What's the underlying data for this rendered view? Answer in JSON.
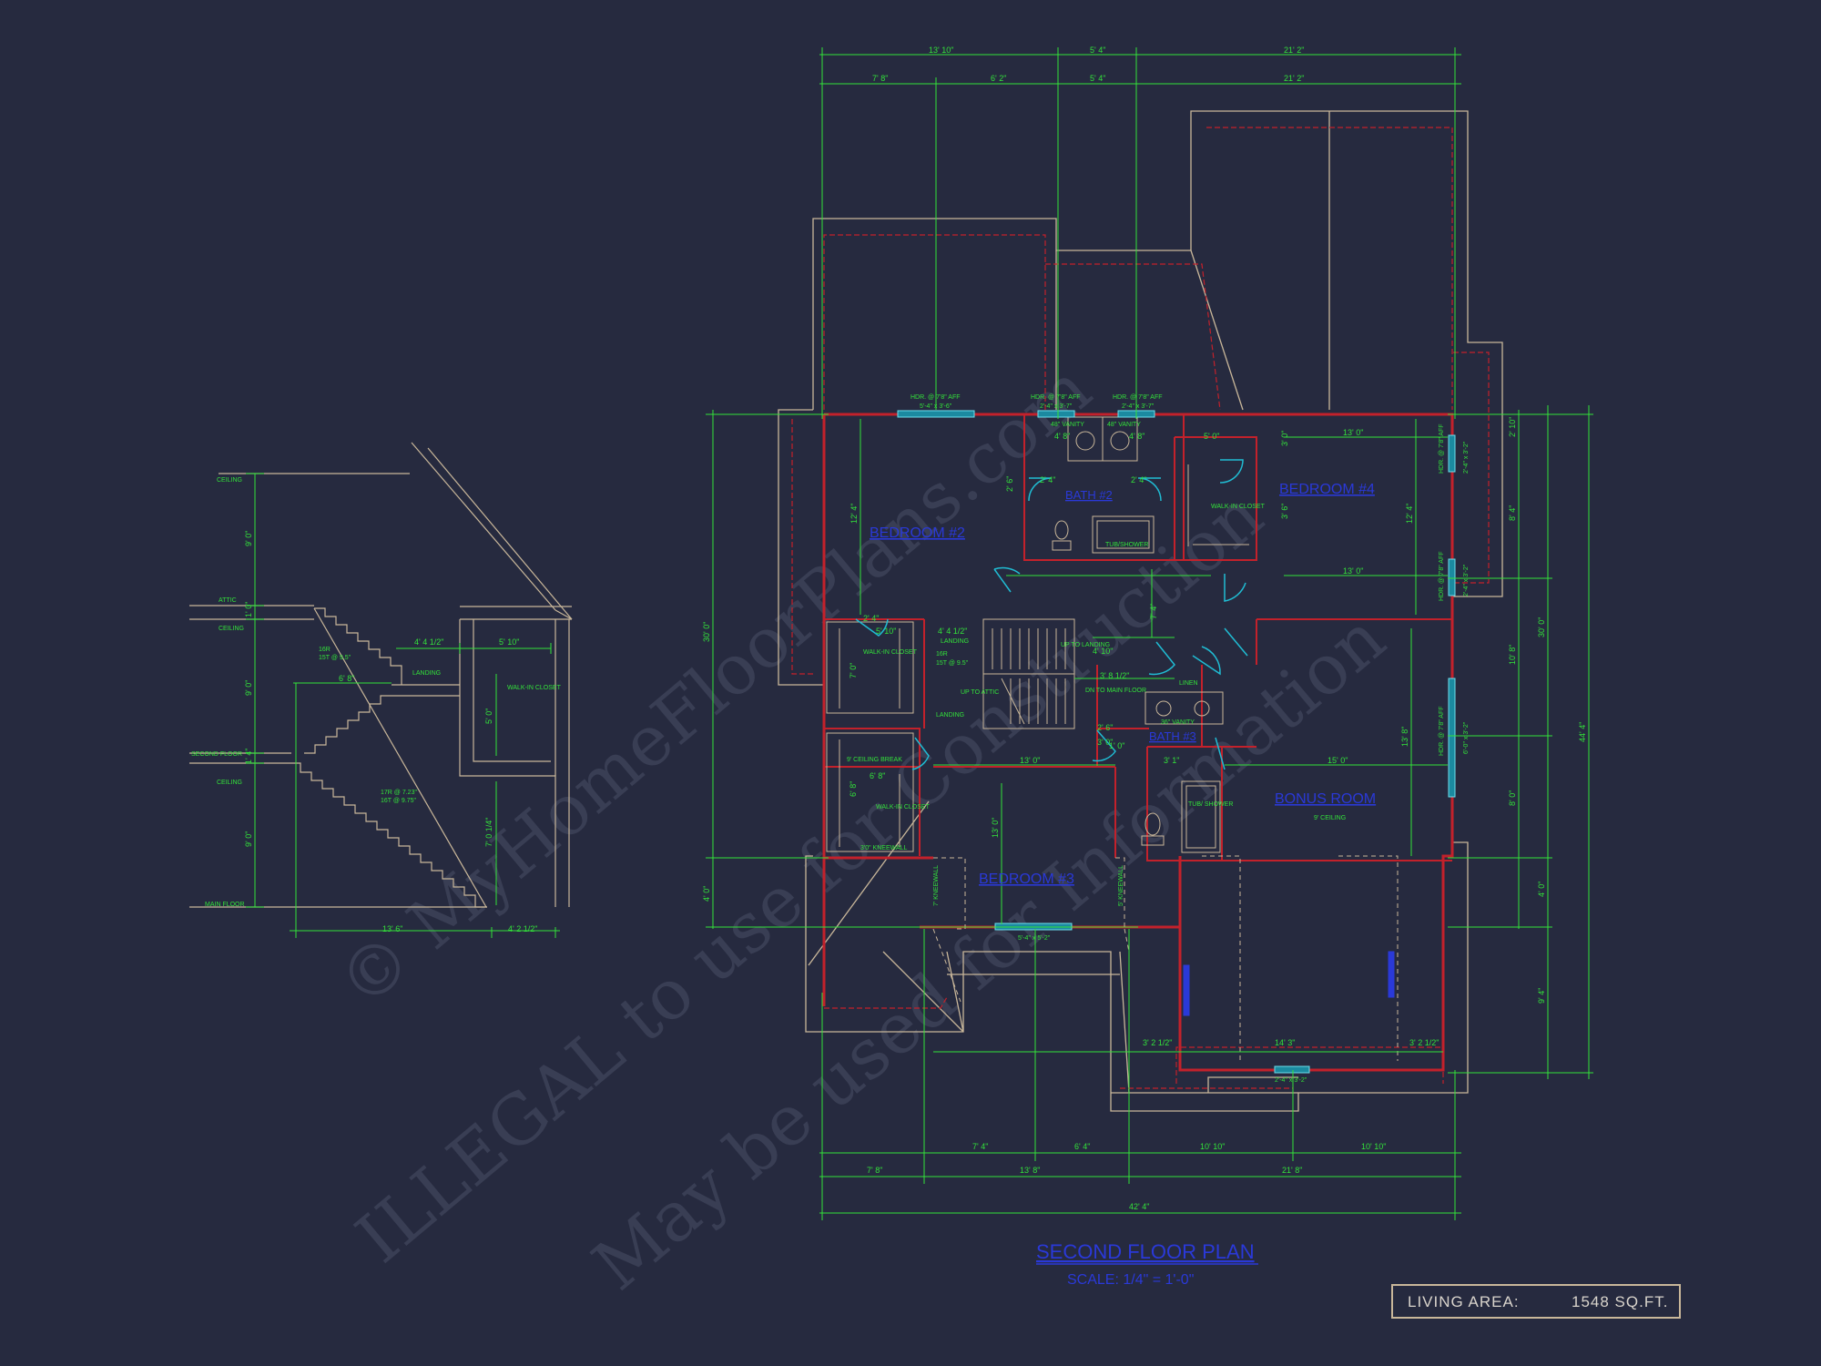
{
  "drawing": {
    "title": "SECOND FLOOR PLAN",
    "scale": "SCALE: 1/4\" = 1'-0\"",
    "living_area_label": "LIVING AREA:",
    "living_area_value": "1548 SQ.FT."
  },
  "watermark": {
    "line1": "© MyHomeFloorPlans.com",
    "line2": "ILLEGAL to use for Construction",
    "line3": "May be used for Information"
  },
  "rooms": {
    "bedroom_left": "BEDROOM #2",
    "bedroom_right": "BEDROOM #4",
    "bonus_room": "BONUS ROOM",
    "bedroom_bottom": "BEDROOM #3",
    "bath_top": "BATH #2",
    "bath_bottom": "BATH #3",
    "bonus_ceiling": "9' CEILING"
  },
  "dims": {
    "top1_a": "13' 10\"",
    "top1_b": "5' 4\"",
    "top1_c": "21' 2\"",
    "top2_a": "7' 8\"",
    "top2_b": "6' 2\"",
    "top2_c": "5' 4\"",
    "top2_d": "21' 2\"",
    "bot1_a": "7' 4\"",
    "bot1_b": "6' 4\"",
    "bot1_c": "10' 10\"",
    "bot1_d": "10' 10\"",
    "bot2_a": "7' 8\"",
    "bot2_b": "13' 8\"",
    "bot2_c": "21' 8\"",
    "bot3": "42' 4\"",
    "left_a": "30' 0\"",
    "left_b": "4' 0\"",
    "right_a": "44' 4\"",
    "right_b": "30' 0\"",
    "right_c": "9' 4\"",
    "right_d": "4' 0\"",
    "right2_a": "2' 10\"",
    "right2_b": "8' 4\"",
    "right2_c": "10' 8\"",
    "right2_d": "8' 0\"",
    "bed2_h": "12' 4\"",
    "bed4_w": "13' 0\"",
    "bed4_h": "12' 4\"",
    "bed4_w2": "13' 0\"",
    "bed4_v": "3' 0\"",
    "bonus_w": "15' 0\"",
    "bonus_h": "13' 8\"",
    "bed3_w": "13' 0\"",
    "bed3_h": "13' 0\"",
    "bath_a": "4' 8\"",
    "bath_b": "4' 8\"",
    "bath_c": "5' 0\"",
    "bath_d": "2' 4\"",
    "bath_e": "2' 4\"",
    "hall_a": "4' 4 1/2\"",
    "hall_b": "4' 10\"",
    "hall_c": "3' 8 1/2\"",
    "hall_d": "7' 4\"",
    "gar_a": "3' 2 1/2\"",
    "gar_b": "14' 3\"",
    "gar_c": "3' 2 1/2\"",
    "misc_a": "2' 4\"",
    "misc_b": "6' 8\"",
    "misc_c": "3' 1\"",
    "misc_d": "3' 0\"",
    "misc_e": "1' 0\"",
    "misc_f": "2' 6\"",
    "misc_g": "5' 10\"",
    "misc_h": "7' 0\"",
    "misc_i": "2' 6\"",
    "misc_j": "3' 6\"",
    "misc_k": "6' 8\""
  },
  "notes": {
    "win1": "HDR. @ 7'8\" AFF",
    "win1b": "5'-4\" x 3'-6\"",
    "win2": "HDR. @ 7'8\" AFF",
    "win2b": "2'-4\" x 3'-7\"",
    "win3": "HDR. @ 7'8\" AFF",
    "win3b": "2'-4\" x 3'-7\"",
    "vanity1": "48\" VANITY",
    "vanity2": "48\" VANITY",
    "wic_right": "WALK-IN CLOSET",
    "tub_top": "TUB/SHOWER",
    "wic_left": "WALK-IN CLOSET",
    "landing": "LANDING",
    "stair_a": "16R",
    "stair_b": "15T @ 9.5\"",
    "up_landing": "UP TO LANDING",
    "up_attic": "UP TO ATTIC",
    "dn_main": "DN TO MAIN FLOOR",
    "landing2": "LANDING",
    "linen": "LINEN",
    "vanity3": "36\" VANITY",
    "ceiling_break": "9' CEILING BREAK",
    "wic_lower": "WALK-IN CLOSET",
    "kneewall1": "3'0\" KNEEWALL",
    "tub_bottom": "TUB/ SHOWER",
    "kneewall2": "7' KNEEWALL",
    "kneewall3": "5' KNEEWALL",
    "win4": "5'-4\" x 5'-2\"",
    "win5": "2'-4\" x 3'-2\"",
    "hdr_r1": "HDR. @ 7'8\" AFF",
    "hdr_r2": "HDR. @ 7'8\" AFF",
    "hdr_r3": "HDR. @ 7'8\" AFF",
    "hdr_r1b": "2'-4\" x 3'-2\"",
    "hdr_r2b": "2'-4\" x 3'-2\"",
    "hdr_r3b": "6'-0\" x 3'-2\""
  },
  "section": {
    "ceiling_top": "CEILING",
    "attic": "ATTIC",
    "ceiling_attic": "CEILING",
    "second_floor": "SECOND FLOOR",
    "ceiling_second": "CEILING",
    "main_floor": "MAIN FLOOR",
    "run1": "16R",
    "run1b": "15T @ 9.5\"",
    "landing": "LANDING",
    "run2": "17R @ 7.23\"",
    "run2b": "16T @ 9.75\"",
    "wic": "WALK-IN CLOSET",
    "d_top": "9' 0\"",
    "d_mid": "9' 0\"",
    "d_low": "9' 0\"",
    "d_gap1": "1' 0\"",
    "d_gap2": "1' 4\"",
    "d_land": "4' 4 1/2\"",
    "d_wic": "5' 10\"",
    "d_68": "6' 8\"",
    "d_wic_h": "5' 0\"",
    "d_710": "7' 0 1/4\"",
    "d_bot": "13' 6\"",
    "d_bot2": "4' 2 1/2\""
  }
}
